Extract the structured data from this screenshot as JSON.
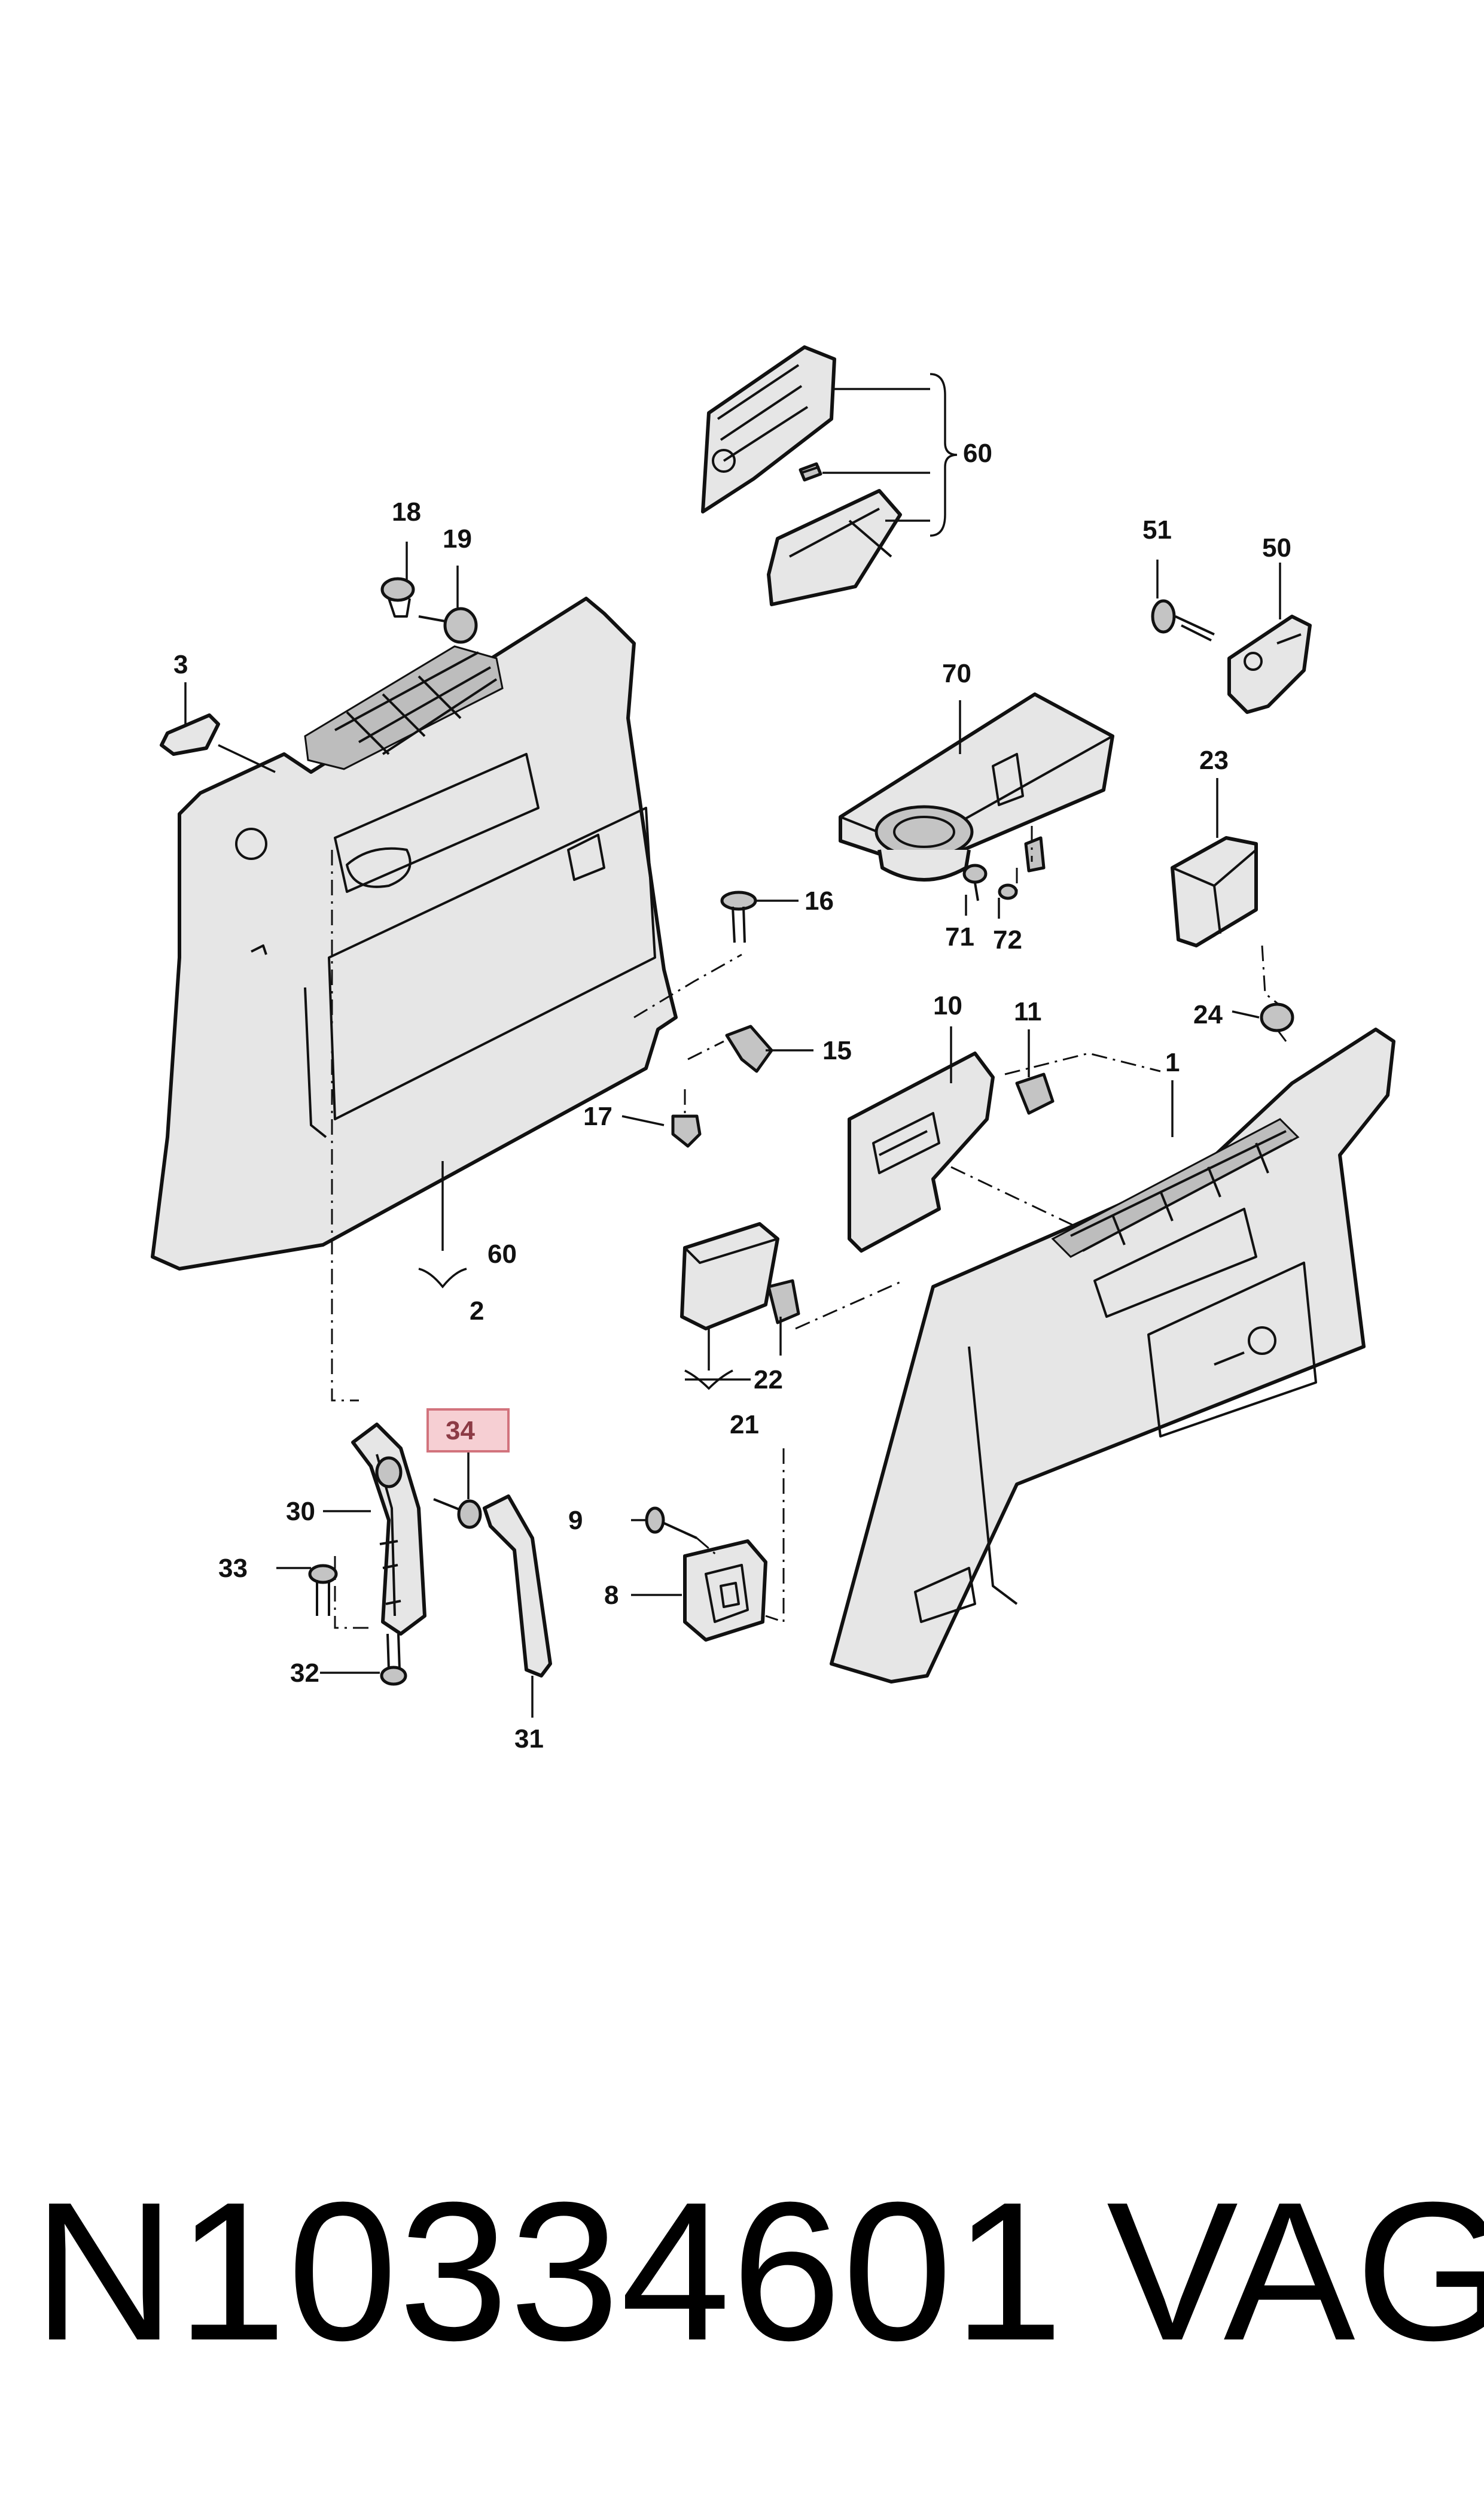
{
  "callouts": {
    "c1": "1",
    "c2": "2",
    "c3": "3",
    "c8": "8",
    "c9": "9",
    "c10": "10",
    "c11": "11",
    "c15": "15",
    "c16": "16",
    "c17": "17",
    "c18": "18",
    "c19": "19",
    "c21": "21",
    "c22": "22",
    "c23": "23",
    "c24": "24",
    "c30": "30",
    "c31": "31",
    "c32": "32",
    "c33": "33",
    "c34": "34",
    "c50": "50",
    "c51": "51",
    "c60_top": "60",
    "c60_left": "60",
    "c70": "70",
    "c71": "71",
    "c72": "72"
  },
  "highlight": {
    "label": "34",
    "fill": "#f6cfd3",
    "stroke": "#d2737d",
    "text_color": "#8c3b45"
  },
  "footer": {
    "part_number": "N10334601",
    "brand": "VAG"
  }
}
